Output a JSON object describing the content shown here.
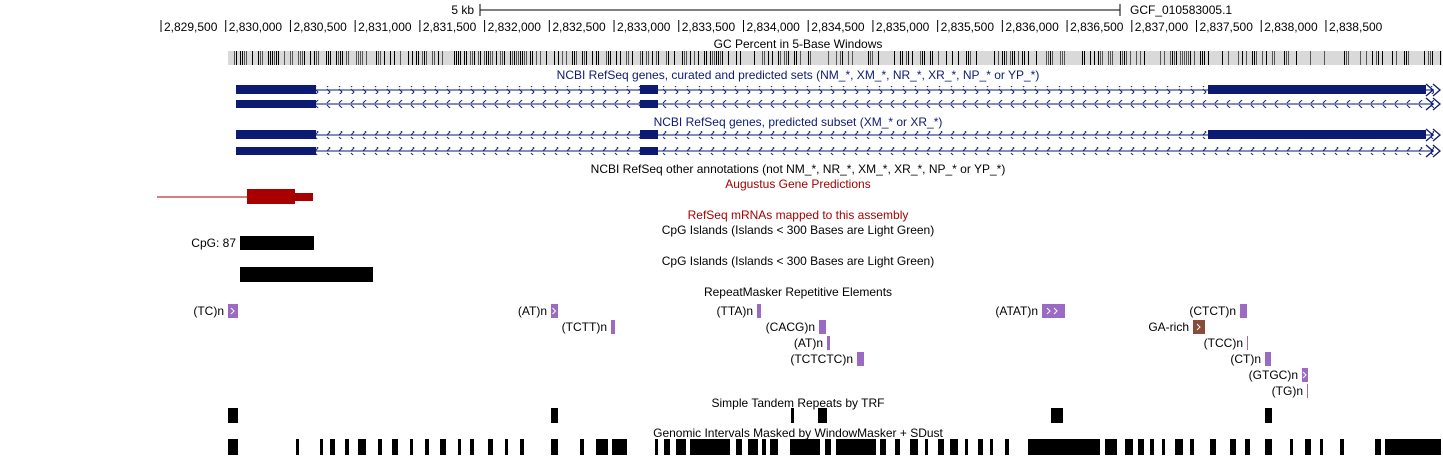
{
  "scale": {
    "label": "5 kb",
    "assembly": "GCF_010583005.1"
  },
  "ruler": {
    "ticks": [
      "2,829,500",
      "2,830,000",
      "2,830,500",
      "2,831,000",
      "2,831,500",
      "2,832,000",
      "2,832,500",
      "2,833,000",
      "2,833,500",
      "2,834,000",
      "2,834,500",
      "2,835,000",
      "2,835,500",
      "2,836,000",
      "2,836,500",
      "2,837,000",
      "2,837,500",
      "2,838,000",
      "2,838,500"
    ]
  },
  "tracks": {
    "gc_percent": {
      "title": "GC Percent in 5-Base Windows"
    },
    "refseq_all": {
      "title": "NCBI RefSeq genes, curated and predicted sets (NM_*, XM_*, NR_*, XR_*, NP_* or YP_*)"
    },
    "refseq_predicted": {
      "title": "NCBI RefSeq genes, predicted subset (XM_* or XR_*)"
    },
    "refseq_other": {
      "title": "NCBI RefSeq other annotations (not NM_*, NR_*, XM_*, XR_*, NP_* or YP_*)"
    },
    "augustus": {
      "title": "Augustus Gene Predictions"
    },
    "refseq_mrna": {
      "title": "RefSeq mRNAs mapped to this assembly"
    },
    "cpg1": {
      "title": "CpG Islands (Islands < 300 Bases are Light Green)",
      "item_label": "CpG: 87"
    },
    "cpg2": {
      "title": "CpG Islands (Islands < 300 Bases are Light Green)"
    },
    "repeatmasker": {
      "title": "RepeatMasker Repetitive Elements",
      "items": [
        "(TC)n",
        "(AT)n",
        "(TCTT)n",
        "(TTA)n",
        "(CACG)n",
        "(AT)n",
        "(TCTCTC)n",
        "(ATAT)n",
        "(CTCT)n",
        "GA-rich",
        "(TCC)n",
        "(CT)n",
        "(GTGC)n",
        "(TG)n"
      ]
    },
    "simple_repeats": {
      "title": "Simple Tandem Repeats by TRF"
    },
    "windowmasker": {
      "title": "Genomic Intervals Masked by WindowMasker + SDust"
    }
  },
  "colors": {
    "gene_blue": "#0c1a73",
    "track_title_blue": "#0c1a73",
    "augustus_red": "#a80000",
    "repeat_purple": "#9b6ac4",
    "ga_rich_brown": "#8a4b38",
    "black": "#000000"
  }
}
